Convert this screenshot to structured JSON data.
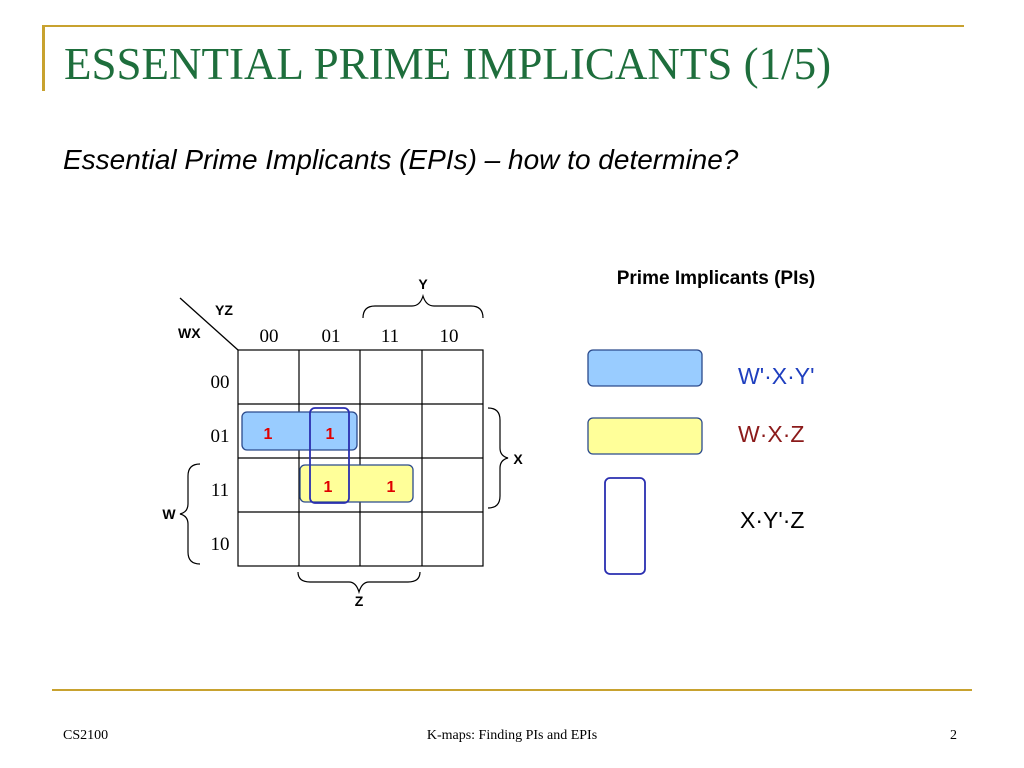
{
  "title": "ESSENTIAL PRIME IMPLICANTS (1/5)",
  "subtitle": "Essential Prime Implicants (EPIs) – how to determine?",
  "kmap": {
    "row_var": "WX",
    "col_var": "YZ",
    "col_headers": [
      "00",
      "01",
      "11",
      "10"
    ],
    "row_headers": [
      "00",
      "01",
      "11",
      "10"
    ],
    "cells": [
      {
        "row": 1,
        "col": 0,
        "value": "1"
      },
      {
        "row": 1,
        "col": 1,
        "value": "1"
      },
      {
        "row": 2,
        "col": 1,
        "value": "1"
      },
      {
        "row": 2,
        "col": 2,
        "value": "1"
      }
    ],
    "brace_labels": {
      "top": "Y",
      "right": "X",
      "left": "W",
      "bottom": "Z"
    }
  },
  "legend": {
    "title": "Prime Implicants (PIs)",
    "items": [
      {
        "shape": "blue-rect",
        "fill": "#99CCFF",
        "stroke": "#2B4A8C",
        "label": "W'·X·Y'",
        "label_color": "#1F3FBF"
      },
      {
        "shape": "yellow-rect",
        "fill": "#FFFF99",
        "stroke": "#2B4A8C",
        "label": "W·X·Z",
        "label_color": "#8B1A1A"
      },
      {
        "shape": "outline-rect",
        "fill": "none",
        "stroke": "#2A2FB0",
        "label": "X·Y'·Z",
        "label_color": "#000000"
      }
    ]
  },
  "colors": {
    "title": "#1E6E3C",
    "accent_line": "#C8A22F",
    "cell_one": "#E00000"
  },
  "footer": {
    "left": "CS2100",
    "center": "K-maps: Finding PIs and EPIs",
    "right": "2"
  }
}
